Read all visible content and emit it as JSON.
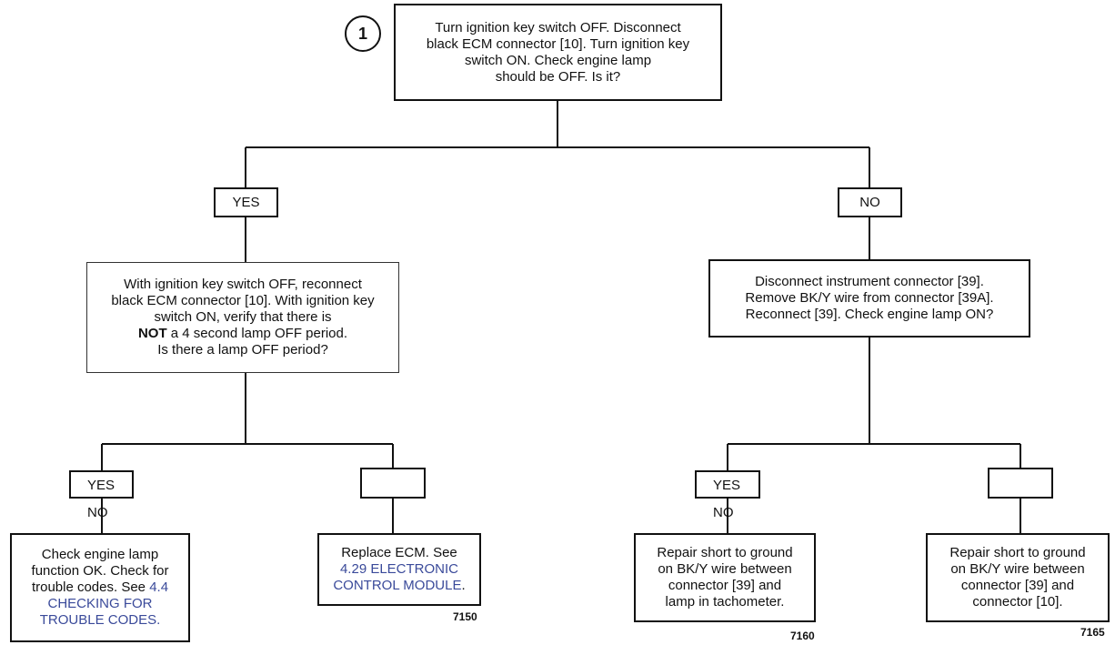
{
  "step_number": "1",
  "start": {
    "lines": [
      "Turn ignition key switch OFF. Disconnect",
      "black ECM connector [10]. Turn ignition key",
      "switch ON. Check engine lamp",
      "should be OFF. Is it?"
    ]
  },
  "branch_yes_label": "YES",
  "branch_no_label": "NO",
  "left_question": {
    "line1": "With ignition key switch OFF, reconnect",
    "line2": "black ECM connector [10]. With ignition key",
    "line3": "switch ON, verify that there is",
    "line4_bold": "NOT",
    "line4_rest": " a 4 second lamp OFF period.",
    "line5": "Is there a lamp OFF period?"
  },
  "right_question": {
    "lines": [
      "Disconnect instrument connector [39].",
      "Remove BK/Y wire from connector [39A].",
      "Reconnect [39]. Check engine lamp ON?"
    ]
  },
  "left_answer_tag": "YES NO",
  "right_answer_tag": "YES NO",
  "result_1": {
    "line1": "Check engine lamp",
    "line2": "function OK. Check for",
    "line3_prefix": "trouble codes. See ",
    "line3_link": "4.4",
    "line4_link": "CHECKING FOR",
    "line5_link": "TROUBLE CODES."
  },
  "result_2": {
    "line1": "Replace ECM. See",
    "line2_link": "4.29 ELECTRONIC",
    "line3_link": "CONTROL MODULE",
    "line3_suffix": "."
  },
  "result_3": {
    "lines": [
      "Repair short to ground",
      "on BK/Y wire between",
      "connector [39] and",
      "lamp in tachometer."
    ]
  },
  "result_4": {
    "lines": [
      "Repair short to ground",
      "on BK/Y wire between",
      "connector [39] and",
      "connector [10]."
    ]
  },
  "figure_numbers": [
    "7150",
    "7160",
    "7165"
  ],
  "colors": {
    "line": "#111111",
    "link": "#3a4a9a"
  }
}
